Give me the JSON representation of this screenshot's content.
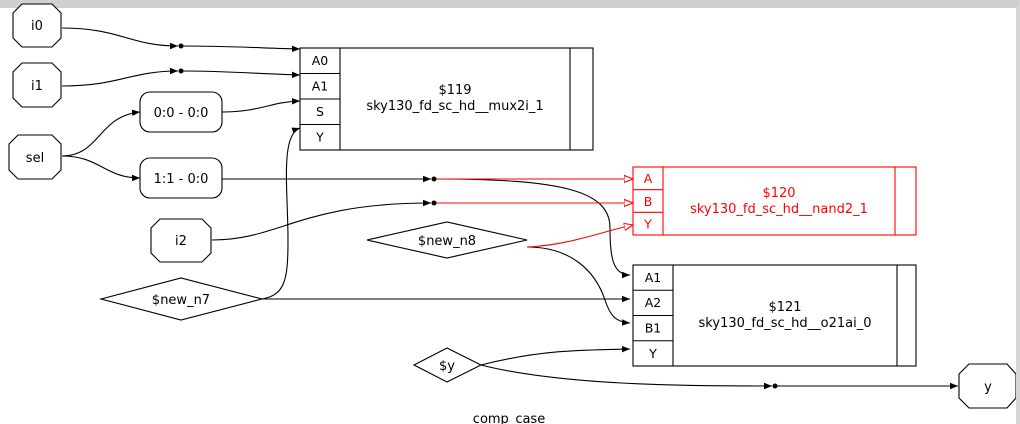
{
  "graph": {
    "caption": "comp_case",
    "colors": {
      "normal": "#000000",
      "highlight": "#ff0000"
    },
    "inputs": {
      "i0": "i0",
      "i1": "i1",
      "sel": "sel",
      "i2": "i2"
    },
    "outputs": {
      "y": "y"
    },
    "slices": {
      "s0": "0:0 - 0:0",
      "s1": "1:1 - 0:0"
    },
    "wires": {
      "n8": "$new_n8",
      "n7": "$new_n7",
      "y": "$y"
    },
    "cells": {
      "c119": {
        "id": "$119",
        "type": "sky130_fd_sc_hd__mux2i_1",
        "ports": [
          "A0",
          "A1",
          "S",
          "Y"
        ]
      },
      "c120": {
        "id": "$120",
        "type": "sky130_fd_sc_hd__nand2_1",
        "ports": [
          "A",
          "B",
          "Y"
        ]
      },
      "c121": {
        "id": "$121",
        "type": "sky130_fd_sc_hd__o21ai_0",
        "ports": [
          "A1",
          "A2",
          "B1",
          "Y"
        ]
      }
    }
  }
}
